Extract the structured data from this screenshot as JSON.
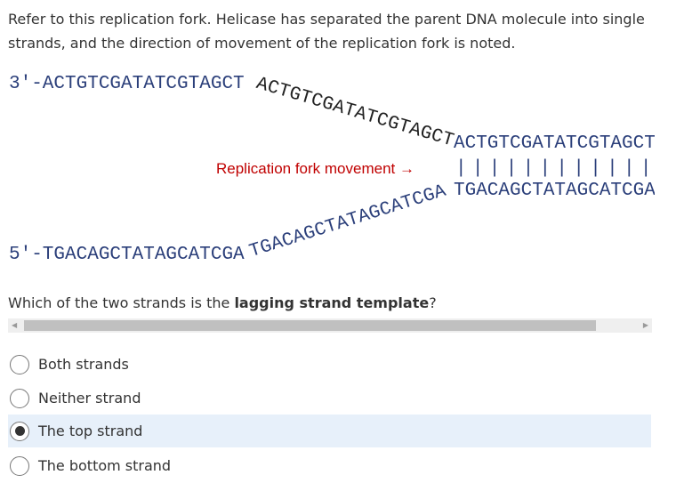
{
  "intro": "Refer to this replication fork. Helicase has separated the parent DNA molecule into single strands, and the direction of movement of the replication fork is noted.",
  "figure": {
    "top_left": "3′-ACTGTCGATATCGTAGCT",
    "top_slant": "ACTGTCGATATCGTAGCT",
    "top_right": "ACTGTCGATATCGTAGCT",
    "fork_label": "Replication fork movement →",
    "bars": "||||||||||||||||||",
    "bottom_right": "TGACAGCTATAGCATCGA",
    "bottom_slant": "TGACAGCTATAGCATCGA",
    "bottom_left": "5′-TGACAGCTATAGCATCGA"
  },
  "question": {
    "prefix": "Which of the two strands is the ",
    "bold": "lagging strand template",
    "suffix": "?"
  },
  "options": [
    {
      "label": "Both strands",
      "selected": false
    },
    {
      "label": "Neither strand",
      "selected": false
    },
    {
      "label": "The top strand",
      "selected": true
    },
    {
      "label": "The bottom strand",
      "selected": false
    }
  ]
}
